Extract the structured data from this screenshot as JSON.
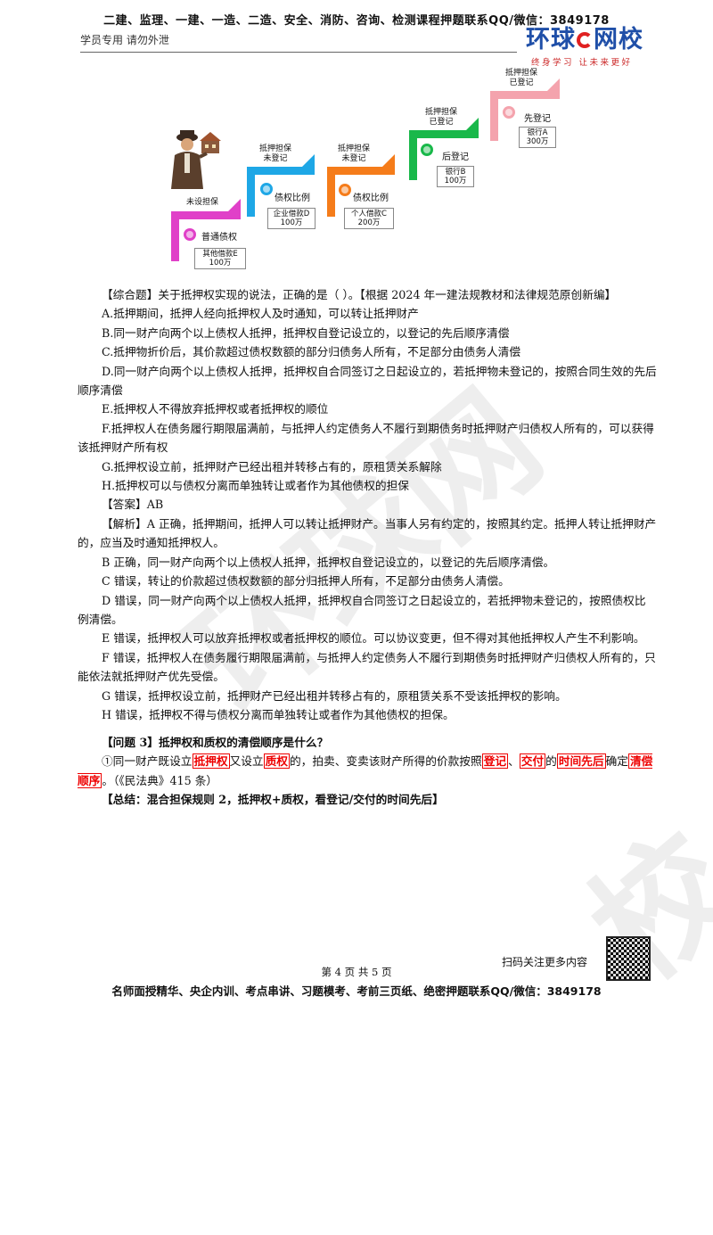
{
  "header": {
    "top_banner": "二建、监理、一建、一造、二造、安全、消防、咨询、检测课程押题联系QQ/微信：3849178",
    "left_note": "学员专用 请勿外泄",
    "logo_main_a": "环球",
    "logo_main_b": "网校",
    "logo_slogan": "终身学习 让未来更好"
  },
  "diagram": {
    "steps": [
      {
        "caption": "未设担保",
        "rank": "普通债权",
        "box": [
          "其他借款E",
          "100万"
        ],
        "color": "#e040c8"
      },
      {
        "caption": "抵押担保\n未登记",
        "rank": "债权比例",
        "box": [
          "企业借款D",
          "100万"
        ],
        "color": "#1ea7e6"
      },
      {
        "caption": "抵押担保\n未登记",
        "rank": "债权比例",
        "box": [
          "个人借款C",
          "200万"
        ],
        "color": "#f57c1a"
      },
      {
        "caption": "抵押担保\n已登记",
        "rank": "后登记",
        "box": [
          "银行B",
          "100万"
        ],
        "color": "#19b84a"
      },
      {
        "caption": "抵押担保\n已登记",
        "rank": "先登记",
        "box": [
          "银行A",
          "300万"
        ],
        "color": "#f4a3ad"
      }
    ]
  },
  "question": {
    "stem": "【综合题】关于抵押权实现的说法，正确的是（ ）。【根据 2024 年一建法规教材和法律规范原创新编】",
    "options": [
      "A.抵押期间，抵押人经向抵押权人及时通知，可以转让抵押财产",
      "B.同一财产向两个以上债权人抵押，抵押权自登记设立的，以登记的先后顺序清偿",
      "C.抵押物折价后，其价款超过债权数额的部分归债务人所有，不足部分由债务人清偿",
      "D.同一财产向两个以上债权人抵押，抵押权自合同签订之日起设立的，若抵押物未登记的，按照合同生效的先后顺序清偿",
      "E.抵押权人不得放弃抵押权或者抵押权的顺位",
      "F.抵押权人在债务履行期限届满前，与抵押人约定债务人不履行到期债务时抵押财产归债权人所有的，可以获得该抵押财产所有权",
      "G.抵押权设立前，抵押财产已经出租并转移占有的，原租赁关系解除",
      "H.抵押权可以与债权分离而单独转让或者作为其他债权的担保"
    ],
    "answer": "【答案】AB",
    "analysis": [
      "【解析】A 正确，抵押期间，抵押人可以转让抵押财产。当事人另有约定的，按照其约定。抵押人转让抵押财产的，应当及时通知抵押权人。",
      "B 正确，同一财产向两个以上债权人抵押，抵押权自登记设立的，以登记的先后顺序清偿。",
      "C 错误，转让的价款超过债权数额的部分归抵押人所有，不足部分由债务人清偿。",
      "D 错误，同一财产向两个以上债权人抵押，抵押权自合同签订之日起设立的，若抵押物未登记的，按照债权比例清偿。",
      "E 错误，抵押权人可以放弃抵押权或者抵押权的顺位。可以协议变更，但不得对其他抵押权人产生不利影响。",
      "F 错误，抵押权人在债务履行期限届满前，与抵押人约定债务人不履行到期债务时抵押财产归债权人所有的，只能依法就抵押财产优先受偿。",
      "G 错误，抵押权设立前，抵押财产已经出租并转移占有的，原租赁关系不受该抵押权的影响。",
      "H 错误，抵押权不得与债权分离而单独转让或者作为其他债权的担保。"
    ]
  },
  "problem3": {
    "title": "【问题 3】抵押权和质权的清偿顺序是什么？",
    "p1": "①同一财产既设立",
    "m1": "抵押权",
    "p2": "又设立",
    "m2": "质权",
    "p3": "的，拍卖、变卖该财产所得的价款按照",
    "m3": "登记",
    "p4": "、",
    "m4": "交付",
    "p5": "的",
    "m5": "时间先后",
    "p6": "确定",
    "m6": "清偿顺序",
    "p7": "。（《民法典》415 条）",
    "summary": "【总结：混合担保规则 2，抵押权+质权，看登记/交付的时间先后】"
  },
  "footer": {
    "qr_text": "扫码关注更多内容",
    "page": "第 4 页 共 5 页",
    "bottom_banner": "名师面授精华、央企内训、考点串讲、习题模考、考前三页纸、绝密押题联系QQ/微信：3849178"
  },
  "watermark": "环球网校"
}
